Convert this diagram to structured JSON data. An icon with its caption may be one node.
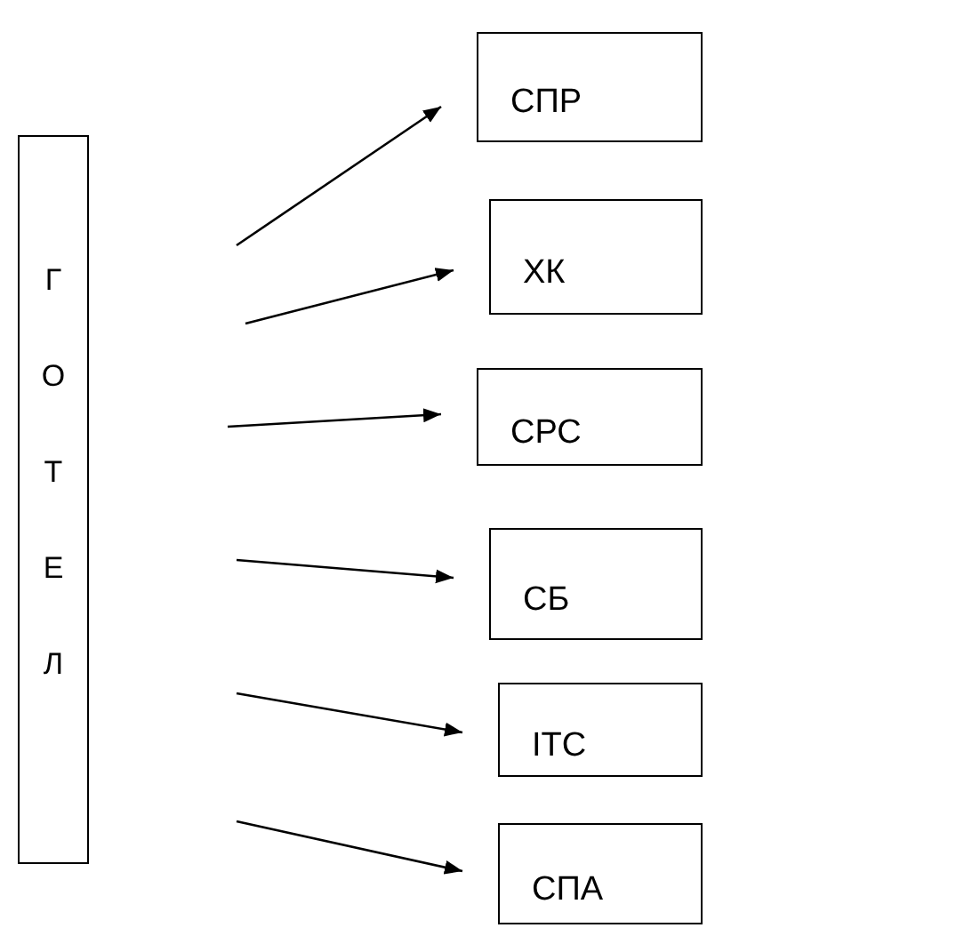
{
  "diagram": {
    "nodes": [
      {
        "text": [
          "ГОТЕЛ"
        ]
      },
      {
        "text": [
          "СПР"
        ]
      },
      {
        "text": [
          "ХК"
        ]
      },
      {
        "text": [
          "СРС"
        ]
      },
      {
        "text": [
          "СБ"
        ]
      },
      {
        "text": [
          "ІТС"
        ]
      },
      {
        "text": [
          "СПА"
        ]
      }
    ],
    "edges": [
      {
        "from": null,
        "to": 1,
        "arrow": "to"
      },
      {
        "from": null,
        "to": 2,
        "arrow": "to"
      },
      {
        "from": null,
        "to": 3,
        "arrow": "to"
      },
      {
        "from": null,
        "to": 4,
        "arrow": "to"
      },
      {
        "from": null,
        "to": 5,
        "arrow": "to"
      },
      {
        "from": null,
        "to": 6,
        "arrow": "to"
      }
    ]
  }
}
